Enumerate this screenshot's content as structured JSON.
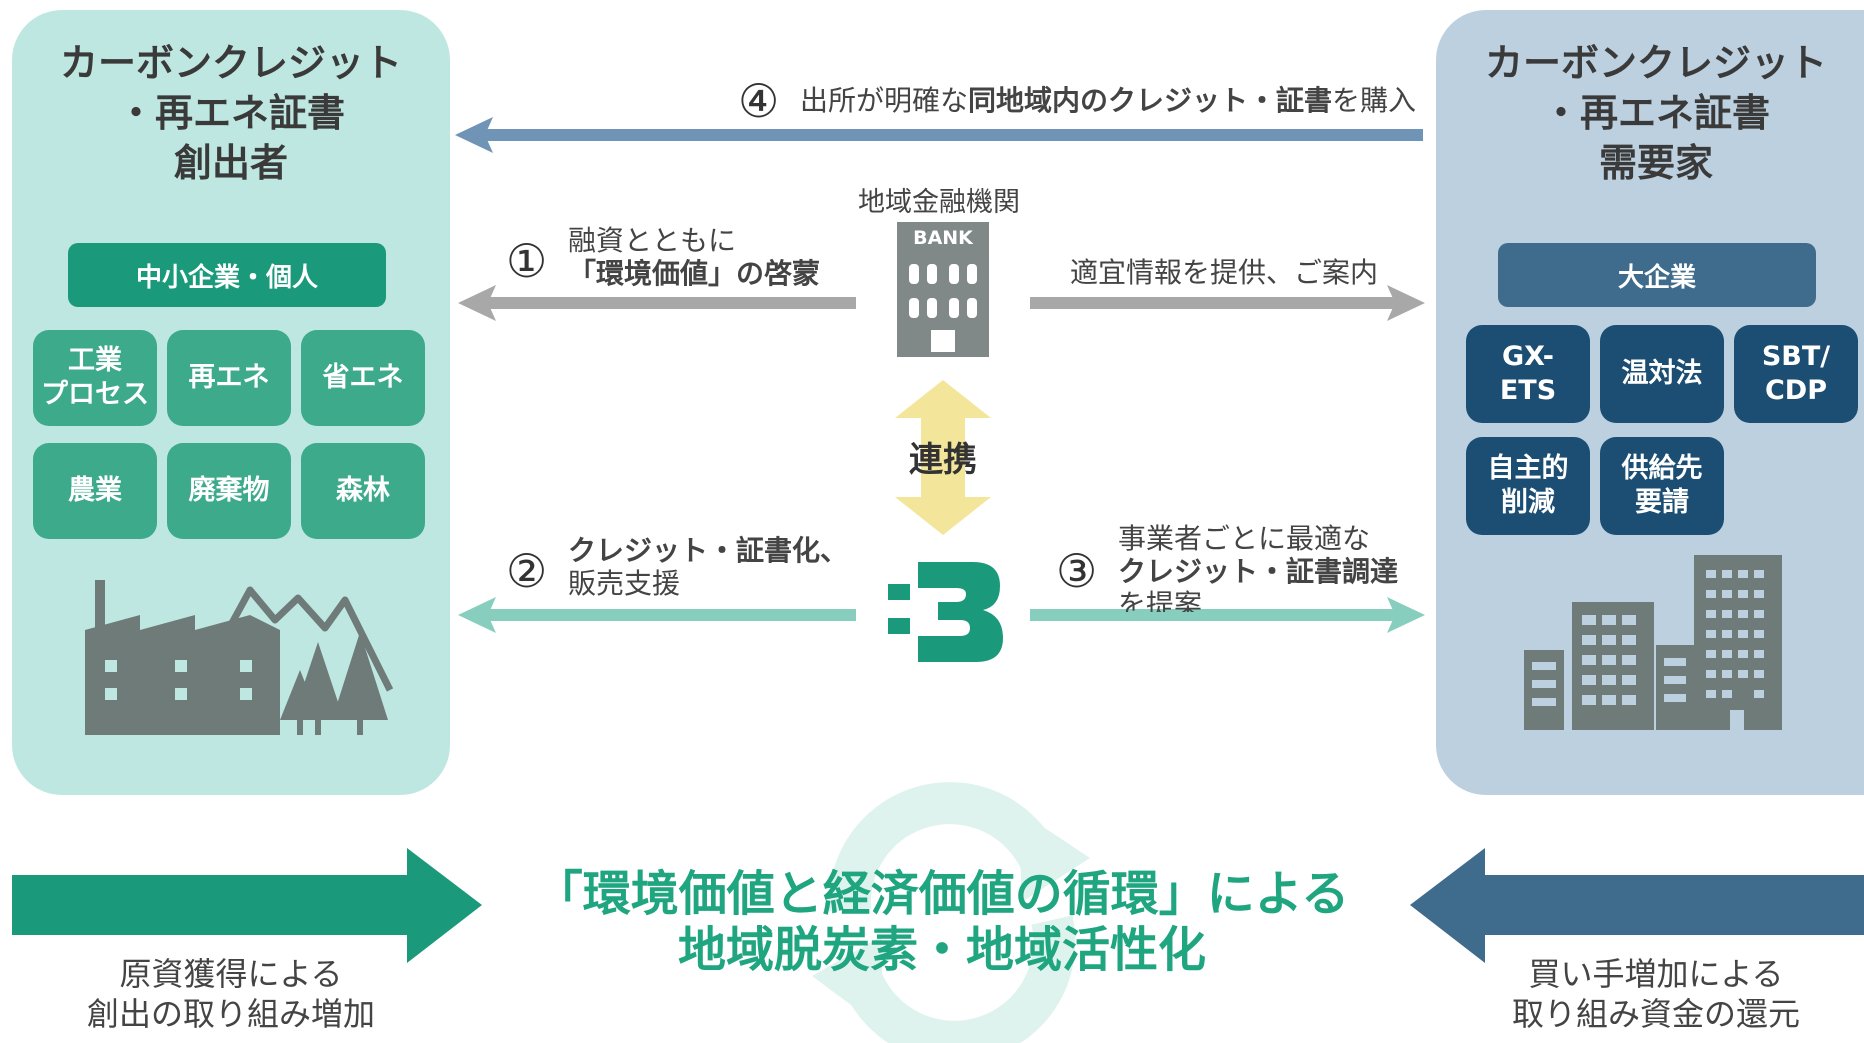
{
  "left": {
    "title_lines": [
      "カーボンクレジット",
      "・再エネ証書",
      "創出者"
    ],
    "category": "中小企業・個人",
    "tiles": [
      [
        "工業",
        "プロセス"
      ],
      [
        "再エネ"
      ],
      [
        "省エネ"
      ],
      [
        "農業"
      ],
      [
        "廃棄物"
      ],
      [
        "森林"
      ]
    ]
  },
  "right": {
    "title_lines": [
      "カーボンクレジット",
      "・再エネ証書",
      "需要家"
    ],
    "category": "大企業",
    "tiles": [
      [
        "GX-",
        "ETS"
      ],
      [
        "温対法"
      ],
      [
        "SBT/",
        "CDP"
      ],
      [
        "自主的",
        "削減"
      ],
      [
        "供給先",
        "要請"
      ]
    ]
  },
  "center": {
    "bank_org": "地域金融機関",
    "bank_sign": "BANK",
    "link_label": "連携"
  },
  "flows": {
    "f4": {
      "num": "④",
      "pre": "出所が明確な",
      "bold": "同地域内のクレジット・証書",
      "post": "を購入"
    },
    "f1": {
      "num": "①",
      "line1": "融資とともに",
      "line2": "「環境価値」の啓蒙"
    },
    "f_right_top": {
      "text": "適宜情報を提供、ご案内"
    },
    "f2": {
      "num": "②",
      "line1": "クレジット・証書化、",
      "line2": "販売支援"
    },
    "f3": {
      "num": "③",
      "line1": "事業者ごとに最適な",
      "line2": "クレジット・証書調達",
      "line3": "を提案"
    }
  },
  "bottom": {
    "message_line1": "「環境価値と経済価値の循環」による",
    "message_line2": "地域脱炭素・地域活性化",
    "left_caption_lines": [
      "原資獲得による",
      "創出の取り組み増加"
    ],
    "right_caption_lines": [
      "買い手増加による",
      "取り組み資金の還元"
    ]
  },
  "colors": {
    "teal": "#1b9a7b",
    "navy": "#3f6c8d",
    "arrow_blue": "#6f94b5",
    "arrow_gray": "#a8a8a8",
    "arrow_mint": "#88cebe",
    "link_yellow": "#f3e69a"
  }
}
